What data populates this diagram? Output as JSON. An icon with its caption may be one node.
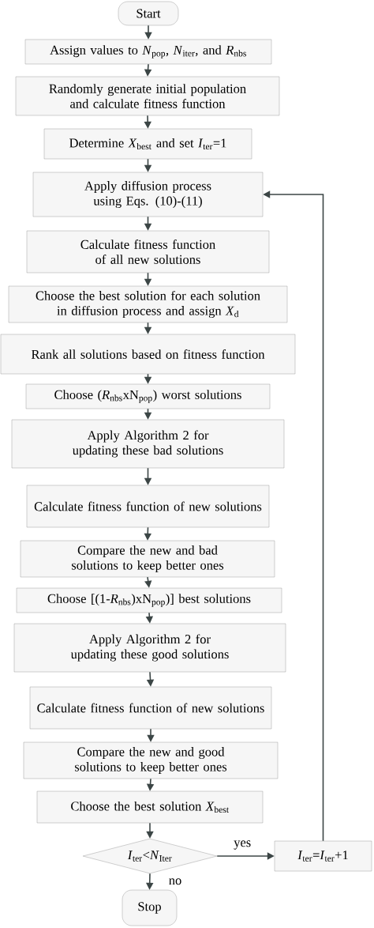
{
  "diagram": {
    "nodes": [
      {
        "text": [
          "Start"
        ]
      },
      {
        "text": [
          "Assign values to *N*$_{pop}$, *N*$_{iter}$, and *R*$_{nbs}$"
        ]
      },
      {
        "text": [
          "Randomly generate initial population and calculate fitness function"
        ]
      },
      {
        "text": [
          "Determine *X*$_{best}$ and set *I*$_{ter}$=1"
        ]
      },
      {
        "text": [
          "Apply diffusion process using Eqs. (10)-(11)"
        ]
      },
      {
        "text": [
          "Calculate fitness function of all new solutions"
        ]
      },
      {
        "text": [
          "Choose the best solution for each solution in diffusion process and assign *X*$_{d}$"
        ]
      },
      {
        "text": [
          "Rank all solutions based on fitness function"
        ]
      },
      {
        "text": [
          "Choose (*R*$_{nbs}$xN$_{pop}$) worst solutions"
        ]
      },
      {
        "text": [
          "Apply Algorithm 2 for updating these bad solutions"
        ]
      },
      {
        "text": [
          "Calculate fitness function of new solutions"
        ]
      },
      {
        "text": [
          "Compare the new and bad solutions to keep better ones"
        ]
      },
      {
        "text": [
          "Choose [(1-*R*$_{nbs}$)xN$_{pop}$)] best solutions"
        ]
      },
      {
        "text": [
          "Apply Algorithm 2 for updating these good solutions"
        ]
      },
      {
        "text": [
          "Calculate fitness function of new solutions"
        ]
      },
      {
        "text": [
          "Compare the new and good solutions to keep better ones"
        ]
      },
      {
        "text": [
          "Choose the best solution *X*$_{best}$"
        ]
      },
      {
        "text": [
          "*I*$_{ter}$<*N*$_{Iter}$"
        ]
      },
      {
        "text": [
          "*I*$_{ter}$=*I*$_{ter}$+1"
        ]
      },
      {
        "text": [
          "Stop"
        ]
      }
    ],
    "edges": [
      {
        "from": 0,
        "to": 1,
        "arrow": "to"
      },
      {
        "from": 1,
        "to": 2,
        "arrow": "to"
      },
      {
        "from": 2,
        "to": 3,
        "arrow": "to"
      },
      {
        "from": 3,
        "to": 4,
        "arrow": "to"
      },
      {
        "from": 4,
        "to": 5,
        "arrow": "to"
      },
      {
        "from": 5,
        "to": 6,
        "arrow": "to"
      },
      {
        "from": 6,
        "to": 7,
        "arrow": "to"
      },
      {
        "from": 7,
        "to": 8,
        "arrow": "to"
      },
      {
        "from": 8,
        "to": 9,
        "arrow": "to"
      },
      {
        "from": 9,
        "to": 10,
        "arrow": "to"
      },
      {
        "from": 10,
        "to": 11,
        "arrow": "to"
      },
      {
        "from": 11,
        "to": 12,
        "arrow": "to"
      },
      {
        "from": 12,
        "to": 13,
        "arrow": "to"
      },
      {
        "from": 13,
        "to": 14,
        "arrow": "to"
      },
      {
        "from": 14,
        "to": 15,
        "arrow": "to"
      },
      {
        "from": 15,
        "to": 16,
        "arrow": "to"
      },
      {
        "from": 16,
        "to": 17,
        "arrow": "to"
      },
      {
        "from": 17,
        "to": 18,
        "arrow": "to",
        "label": "yes"
      },
      {
        "from": 17,
        "to": 19,
        "arrow": "to",
        "label": "no"
      },
      {
        "from": 18,
        "to": 4,
        "arrow": "to"
      }
    ]
  }
}
